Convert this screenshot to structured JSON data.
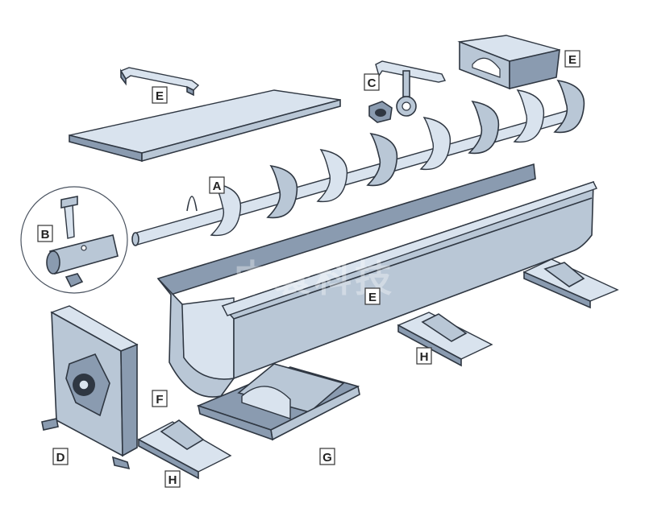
{
  "labels": {
    "screw": "A",
    "coupling_bolt": "B",
    "hanger": "C",
    "end_plate": "D",
    "cover_clamp": "E",
    "cover": "E",
    "inlet": "E",
    "trough": "E",
    "flange": "F",
    "discharge_spout": "G",
    "foot_front": "H",
    "foot_mid": "H"
  },
  "watermark": "中寰科技",
  "colors": {
    "steel": "#b9c7d6",
    "steel_dark": "#8a9bb0",
    "steel_light": "#d9e3ee",
    "outline": "#2f3742"
  }
}
